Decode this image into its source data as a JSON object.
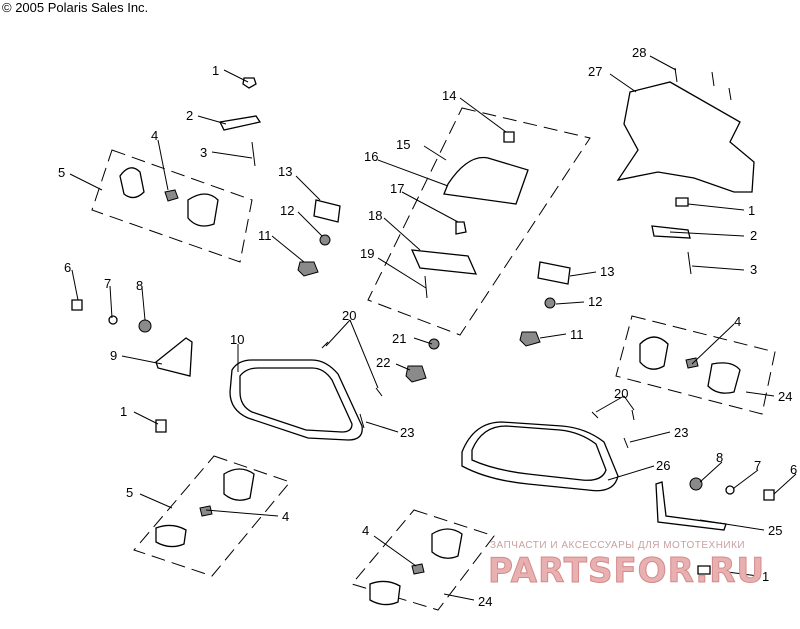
{
  "copyright": "© 2005 Polaris Sales Inc.",
  "watermark": {
    "tagline": "ЗАПЧАСТИ И АКСЕССУАРЫ ДЛЯ МОТОТЕХНИКИ",
    "brand": "PARTSFOR.RU"
  },
  "callouts": [
    {
      "id": "c1a",
      "text": "1"
    },
    {
      "id": "c2a",
      "text": "2"
    },
    {
      "id": "c3a",
      "text": "3"
    },
    {
      "id": "c4a",
      "text": "4"
    },
    {
      "id": "c5a",
      "text": "5"
    },
    {
      "id": "c6a",
      "text": "6"
    },
    {
      "id": "c7a",
      "text": "7"
    },
    {
      "id": "c8a",
      "text": "8"
    },
    {
      "id": "c9a",
      "text": "9"
    },
    {
      "id": "c10",
      "text": "10"
    },
    {
      "id": "c11a",
      "text": "11"
    },
    {
      "id": "c12a",
      "text": "12"
    },
    {
      "id": "c13a",
      "text": "13"
    },
    {
      "id": "c14",
      "text": "14"
    },
    {
      "id": "c15",
      "text": "15"
    },
    {
      "id": "c16",
      "text": "16"
    },
    {
      "id": "c17",
      "text": "17"
    },
    {
      "id": "c18",
      "text": "18"
    },
    {
      "id": "c19",
      "text": "19"
    },
    {
      "id": "c20a",
      "text": "20"
    },
    {
      "id": "c21",
      "text": "21"
    },
    {
      "id": "c22",
      "text": "22"
    },
    {
      "id": "c23a",
      "text": "23"
    },
    {
      "id": "c1b",
      "text": "1"
    },
    {
      "id": "c5b",
      "text": "5"
    },
    {
      "id": "c4b",
      "text": "4"
    },
    {
      "id": "c4c",
      "text": "4"
    },
    {
      "id": "c24a",
      "text": "24"
    },
    {
      "id": "c28",
      "text": "28"
    },
    {
      "id": "c27",
      "text": "27"
    },
    {
      "id": "c1c",
      "text": "1"
    },
    {
      "id": "c2b",
      "text": "2"
    },
    {
      "id": "c3b",
      "text": "3"
    },
    {
      "id": "c13b",
      "text": "13"
    },
    {
      "id": "c12b",
      "text": "12"
    },
    {
      "id": "c11b",
      "text": "11"
    },
    {
      "id": "c4d",
      "text": "4"
    },
    {
      "id": "c24b",
      "text": "24"
    },
    {
      "id": "c20b",
      "text": "20"
    },
    {
      "id": "c23b",
      "text": "23"
    },
    {
      "id": "c26",
      "text": "26"
    },
    {
      "id": "c8b",
      "text": "8"
    },
    {
      "id": "c7b",
      "text": "7"
    },
    {
      "id": "c6b",
      "text": "6"
    },
    {
      "id": "c25",
      "text": "25"
    },
    {
      "id": "c1d",
      "text": "1"
    }
  ]
}
